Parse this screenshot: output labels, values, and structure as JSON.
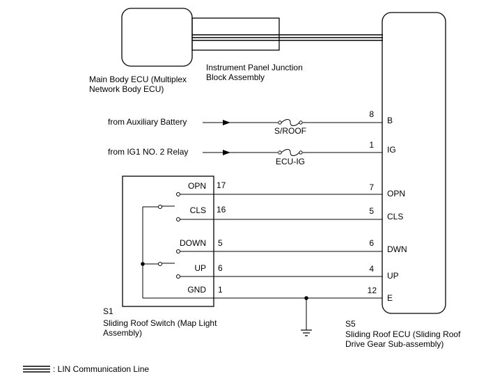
{
  "main_body_ecu": {
    "line1": "Main Body ECU (Multiplex",
    "line2": "Network Body ECU)"
  },
  "junction_block": {
    "line1": "Instrument Panel Junction",
    "line2": "Block Assembly"
  },
  "sources": {
    "aux_battery": "from Auxiliary Battery",
    "ig1_relay": "from IG1 NO. 2 Relay"
  },
  "fuses": {
    "sroof": "S/ROOF",
    "ecu_ig": "ECU-IG"
  },
  "ecu_pins": [
    {
      "num": "8",
      "name": "B"
    },
    {
      "num": "1",
      "name": "IG"
    },
    {
      "num": "7",
      "name": "OPN"
    },
    {
      "num": "5",
      "name": "CLS"
    },
    {
      "num": "6",
      "name": "DWN"
    },
    {
      "num": "4",
      "name": "UP"
    },
    {
      "num": "12",
      "name": "E"
    }
  ],
  "switch_pins": [
    {
      "name": "OPN",
      "num": "17"
    },
    {
      "name": "CLS",
      "num": "16"
    },
    {
      "name": "DOWN",
      "num": "5"
    },
    {
      "name": "UP",
      "num": "6"
    },
    {
      "name": "GND",
      "num": "1"
    }
  ],
  "s1": {
    "code": "S1",
    "line1": "Sliding Roof Switch (Map Light",
    "line2": "Assembly)"
  },
  "s5": {
    "code": "S5",
    "line1": "Sliding Roof ECU (Sliding Roof",
    "line2": "Drive Gear Sub-assembly)"
  },
  "legend": {
    "text": ": LIN Communication Line"
  }
}
